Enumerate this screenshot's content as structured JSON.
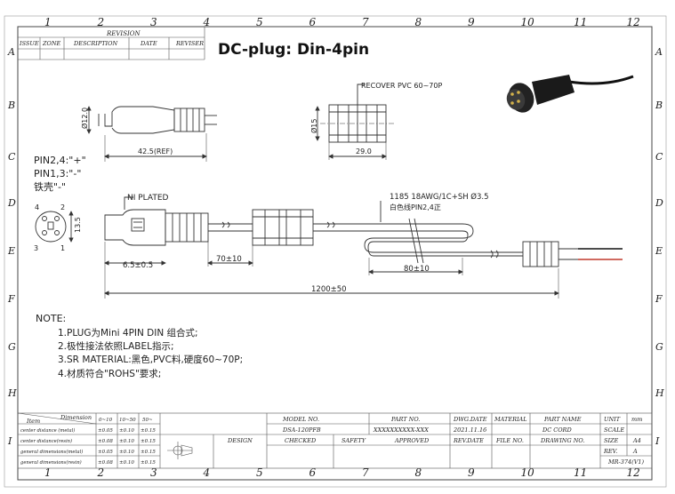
{
  "page_title": "DC-plug: Din-4pin",
  "border": {
    "columns": [
      "1",
      "2",
      "3",
      "4",
      "5",
      "6",
      "7",
      "8",
      "9",
      "10",
      "11",
      "12"
    ],
    "rows": [
      "A",
      "B",
      "C",
      "D",
      "E",
      "F",
      "G",
      "H",
      "I"
    ]
  },
  "revision_block": {
    "title": "REVISION",
    "headers": [
      "ISSUE",
      "ZONE",
      "DESCRIPTION",
      "DATE",
      "REVISER"
    ]
  },
  "dimensions": {
    "dia_12": "Ø12.0",
    "len_42_5": "42.5(REF)",
    "dia_15": "Ø15",
    "len_29": "29.0",
    "recover_pvc": "RECOVER PVC 60~70P",
    "ni_plated": "NI PLATED",
    "dim_13_5": "13.5",
    "dim_6_5": "6.5±0.5",
    "dim_70": "70±10",
    "dim_80": "80±10",
    "dim_1200": "1200±50",
    "cable_spec": "1185 18AWG/1C+SH Ø3.5",
    "white_line": "白色线PIN2,4正"
  },
  "pin_legend": [
    "PIN2,4:\"+\"",
    "PIN1,3:\"-\"",
    "铁壳\"-\""
  ],
  "pin_labels": [
    "4",
    "2",
    "3",
    "1"
  ],
  "notes": {
    "title": "NOTE:",
    "items": [
      "1.PLUG为Mini 4PIN DIN 组合式;",
      "2.极性接法依照LABEL指示;",
      "3.SR MATERIAL:黑色,PVC料,硬度60~70P;",
      "4.材质符合\"ROHS\"要求;"
    ]
  },
  "title_block": {
    "tol_head": [
      "Item",
      "Dimension",
      "0~10",
      "10~50",
      "50~"
    ],
    "tol_rows": [
      [
        "center distance (metal)",
        "±0.05",
        "±0.10",
        "±0.15"
      ],
      [
        "center distance(resin)",
        "±0.08",
        "±0.10",
        "±0.15"
      ],
      [
        "general dimensions(metal)",
        "±0.05",
        "±0.10",
        "±0.15"
      ],
      [
        "general dimensions(resin)",
        "±0.08",
        "±0.10",
        "±0.15"
      ]
    ],
    "design": "DESIGN",
    "checked": "CHECKED",
    "safety": "SAFETY",
    "approved": "APPROVED",
    "model_no_label": "MODEL NO.",
    "model_no": "DSA-120PFB",
    "part_no_label": "PART NO.",
    "part_no": "XXXXXXXXXX-XXX",
    "dwg_date_label": "DWG.DATE",
    "dwg_date": "2021.11.16",
    "material_label": "MATERIAL",
    "part_name_label": "PART NAME",
    "part_name": "DC CORD",
    "unit_label": "UNIT",
    "unit": "mm",
    "scale_label": "SCALE",
    "rev_date_label": "REV.DATE",
    "file_no_label": "FILE NO.",
    "drawing_no_label": "DRAWING NO.",
    "size_label": "SIZE",
    "size": "A4",
    "rev_label": "REV.",
    "rev": "A",
    "form_no": "MR-374(V1)"
  }
}
